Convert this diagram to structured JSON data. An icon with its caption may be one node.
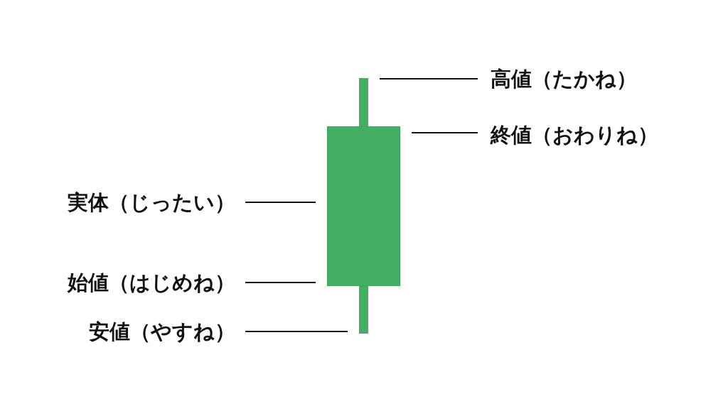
{
  "diagram": {
    "nodes": [
      {
        "text": [
          "高値（たかね）"
        ]
      },
      {
        "text": [
          "終値（おわりね）"
        ]
      },
      {
        "text": [
          "実体（じったい）"
        ]
      },
      {
        "text": [
          "始値（はじめね）"
        ]
      },
      {
        "text": [
          "安値（やすね）"
        ]
      },
      {
        "text": [],
        "shape": "bar"
      },
      {
        "text": [],
        "shape": "box"
      },
      {
        "text": [],
        "shape": "bar"
      }
    ],
    "edges": [
      {
        "from": 0,
        "to": 5,
        "arrow": "none"
      },
      {
        "from": 1,
        "to": 6,
        "arrow": "none"
      },
      {
        "from": 2,
        "to": 6,
        "arrow": "none"
      },
      {
        "from": 3,
        "to": 6,
        "arrow": "none"
      },
      {
        "from": 4,
        "to": 7,
        "arrow": "none"
      }
    ]
  }
}
